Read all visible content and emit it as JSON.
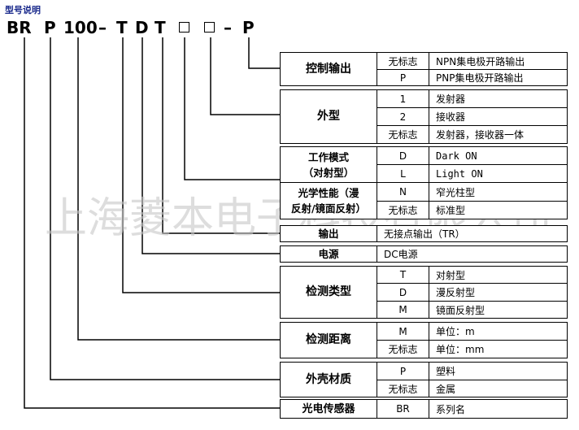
{
  "header": {
    "title": "型号说明"
  },
  "model_code": {
    "parts": [
      "BR",
      "P",
      "100",
      "–",
      "T",
      "D",
      "T",
      "–",
      "P"
    ]
  },
  "watermark": "上海菱本电子科技有限公司",
  "rows": {
    "control_output": {
      "category": "控制输出",
      "options": [
        {
          "code": "无标志",
          "desc": "NPN集电极开路输出"
        },
        {
          "code": "P",
          "desc": "PNP集电极开路输出"
        }
      ]
    },
    "appearance": {
      "category": "外型",
      "options": [
        {
          "code": "1",
          "desc": "发射器"
        },
        {
          "code": "2",
          "desc": "接收器"
        },
        {
          "code": "无标志",
          "desc": "发射器，接收器一体"
        }
      ]
    },
    "work_mode": {
      "category_line1": "工作模式",
      "category_line2": "（对射型）",
      "options": [
        {
          "code": "D",
          "desc": "Dark ON"
        },
        {
          "code": "L",
          "desc": "Light ON"
        }
      ]
    },
    "optical": {
      "category_line1": "光学性能（漫",
      "category_line2": "反射/镜面反射）",
      "options": [
        {
          "code": "N",
          "desc": "窄光柱型"
        },
        {
          "code": "无标志",
          "desc": "标准型"
        }
      ]
    },
    "output": {
      "category": "输出",
      "desc": "无接点输出（TR）"
    },
    "power": {
      "category": "电源",
      "desc": "DC电源"
    },
    "detect_type": {
      "category": "检测类型",
      "options": [
        {
          "code": "T",
          "desc": "对射型"
        },
        {
          "code": "D",
          "desc": "漫反射型"
        },
        {
          "code": "M",
          "desc": "镜面反射型"
        }
      ]
    },
    "distance": {
      "category": "检测距离",
      "options": [
        {
          "code": "M",
          "desc": "单位：m"
        },
        {
          "code": "无标志",
          "desc": "单位：mm"
        }
      ]
    },
    "shell": {
      "category": "外壳材质",
      "options": [
        {
          "code": "P",
          "desc": "塑料"
        },
        {
          "code": "无标志",
          "desc": "金属"
        }
      ]
    },
    "sensor": {
      "category": "光电传感器",
      "code": "BR",
      "desc": "系列名"
    }
  }
}
